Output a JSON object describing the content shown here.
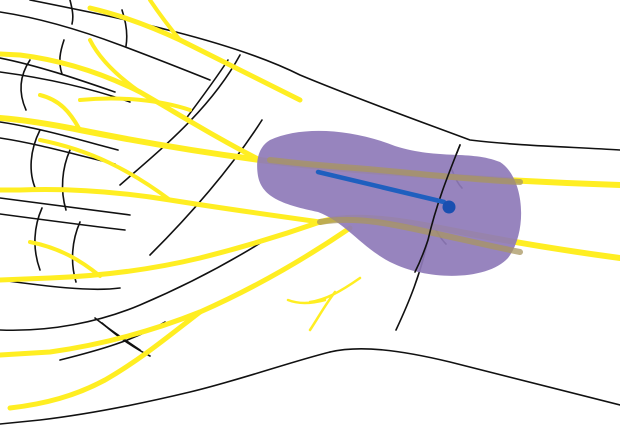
{
  "diagram": {
    "subject": "",
    "colors": {
      "background": "#ffffff",
      "outline": "#111111",
      "nerve": "#ffee22",
      "region_fill": "#8e7ab8",
      "marker": "#1f5fbf",
      "marker_dot": "#1a4fb0"
    },
    "icons": [
      "hand-outline",
      "nerve-branches",
      "shaded-region",
      "incision-line",
      "entry-point"
    ]
  }
}
